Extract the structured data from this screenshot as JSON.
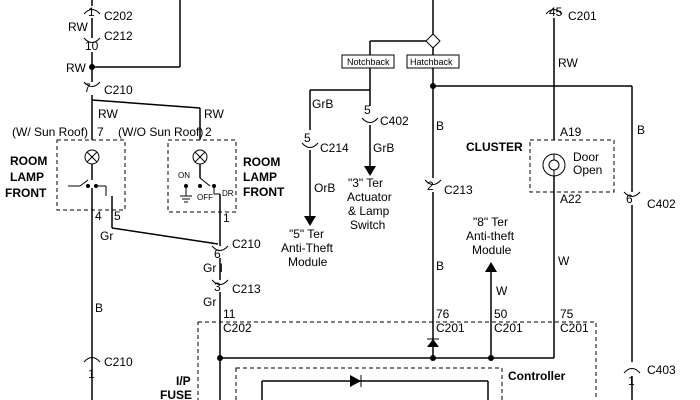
{
  "labels": {
    "c202_top_num": "1",
    "c202_top": "C202",
    "rw_1": "RW",
    "c212_num": "10",
    "c212": "C212",
    "rw_2": "RW",
    "c210_a_num": "7",
    "c210_a": "C210",
    "rw_3": "RW",
    "rw_4": "RW",
    "sunroof_with": "(W/ Sun Roof)",
    "pin_7": "7",
    "sunroof_without": "(W/O Sun Roof)",
    "pin_2": "2",
    "room_lamp_front_l1": "ROOM",
    "room_lamp_front_l2": "LAMP",
    "room_lamp_front_l3": "FRONT",
    "room_lamp_front_r1": "ROOM",
    "room_lamp_front_r2": "LAMP",
    "room_lamp_front_r3": "FRONT",
    "sw_on": "ON",
    "sw_off": "OFF",
    "sw_dr": "DR",
    "pin_4": "4",
    "pin_5": "5",
    "pin_1": "1",
    "gr_1": "Gr",
    "c210_b_num": "6",
    "c210_b": "C210",
    "gri": "Gr I",
    "c213_a_num": "3",
    "c213_a": "C213",
    "gr_2": "Gr",
    "pin_11": "11",
    "c202_b": "C202",
    "b_1": "B",
    "c210_c_num": "1",
    "c210_c": "C210",
    "ip_fuse_1": "I/P",
    "ip_fuse_2": "FUSE",
    "notchback": "Notchback",
    "hatchback": "Hatchback",
    "grb_1": "GrB",
    "c402_a_num": "5",
    "c402_a": "C402",
    "c214_num": "5",
    "c214": "C214",
    "grb_2": "GrB",
    "orb": "OrB",
    "ter3_1": "\"3\" Ter",
    "ter3_2": "Actuator",
    "ter3_3": "& Lamp",
    "ter3_4": "Switch",
    "ter5_1": "\"5\" Ter",
    "ter5_2": "Anti-Theft",
    "ter5_3": "Module",
    "b_2": "B",
    "c213_b_num": "2",
    "c213_b": "C213",
    "ter8_1": "\"8\" Ter",
    "ter8_2": "Anti-theft",
    "ter8_3": "Module",
    "b_3": "B",
    "w_1": "W",
    "pin_76": "76",
    "c201_a": "C201",
    "pin_50": "50",
    "c201_b": "C201",
    "pin_75": "75",
    "c201_c": "C201",
    "controller": "Controller",
    "c201_top_num": "45",
    "c201_top": "C201",
    "rw_5": "RW",
    "cluster": "CLUSTER",
    "a19": "A19",
    "door_open_1": "Door",
    "door_open_2": "Open",
    "a22": "A22",
    "w_2": "W",
    "b_4": "B",
    "c402_b_num": "6",
    "c402_b": "C402",
    "c403_num": "1",
    "c403": "C403"
  }
}
